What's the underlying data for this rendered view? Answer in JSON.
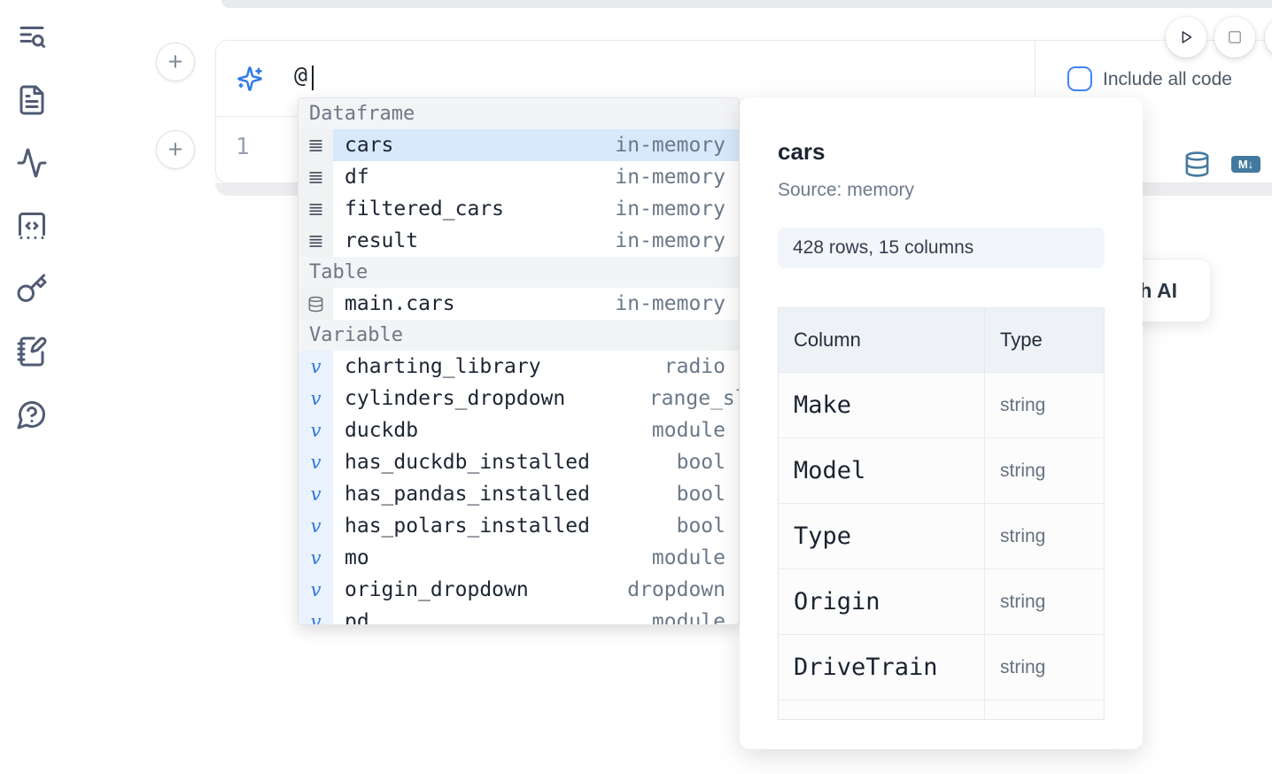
{
  "sidebar": {
    "items": [
      {
        "icon": "text-search-icon"
      },
      {
        "icon": "file-text-icon"
      },
      {
        "icon": "activity-icon"
      },
      {
        "icon": "code-square-icon"
      },
      {
        "icon": "key-icon"
      },
      {
        "icon": "notebook-pen-icon"
      },
      {
        "icon": "help-circle-icon"
      }
    ]
  },
  "ui_glyphs": {
    "plus": "+",
    "markdown_badge": "M↓"
  },
  "run_controls": {
    "icons": [
      "play-icon",
      "stop-icon",
      "partial-circle-icon"
    ]
  },
  "ai_cell": {
    "input_value": "@",
    "include_all_code_label": "Include all code",
    "line_number": "1"
  },
  "autocomplete": {
    "sections": [
      {
        "label": "Dataframe",
        "icon": "rows-icon",
        "items": [
          {
            "name": "cars",
            "type": "in-memory",
            "selected": true
          },
          {
            "name": "df",
            "type": "in-memory"
          },
          {
            "name": "filtered_cars",
            "type": "in-memory"
          },
          {
            "name": "result",
            "type": "in-memory"
          }
        ]
      },
      {
        "label": "Table",
        "icon": "database-icon",
        "items": [
          {
            "name": "main.cars",
            "type": "in-memory"
          }
        ]
      },
      {
        "label": "Variable",
        "icon": "variable-icon",
        "items": [
          {
            "name": "charting_library",
            "type": "radio"
          },
          {
            "name": "cylinders_dropdown",
            "type": "range_slider",
            "type_clipped": true
          },
          {
            "name": "duckdb",
            "type": "module"
          },
          {
            "name": "has_duckdb_installed",
            "type": "bool"
          },
          {
            "name": "has_pandas_installed",
            "type": "bool"
          },
          {
            "name": "has_polars_installed",
            "type": "bool"
          },
          {
            "name": "mo",
            "type": "module"
          },
          {
            "name": "origin_dropdown",
            "type": "dropdown"
          },
          {
            "name": "pd",
            "type": "module",
            "clipped": true
          }
        ]
      }
    ]
  },
  "preview": {
    "title": "cars",
    "source_label": "Source: memory",
    "shape_label": "428 rows, 15 columns",
    "table": {
      "headers": [
        "Column",
        "Type"
      ],
      "rows": [
        [
          "Make",
          "string"
        ],
        [
          "Model",
          "string"
        ],
        [
          "Type",
          "string"
        ],
        [
          "Origin",
          "string"
        ],
        [
          "DriveTrain",
          "string"
        ]
      ],
      "clipped_extra_row": true
    }
  },
  "ai_button_label": "with AI",
  "colors": {
    "accent_blue": "#3e83f6",
    "steel_blue": "#44799f",
    "selected_row": "#d7e9fb",
    "sidebar_icon": "#4f5b74"
  }
}
